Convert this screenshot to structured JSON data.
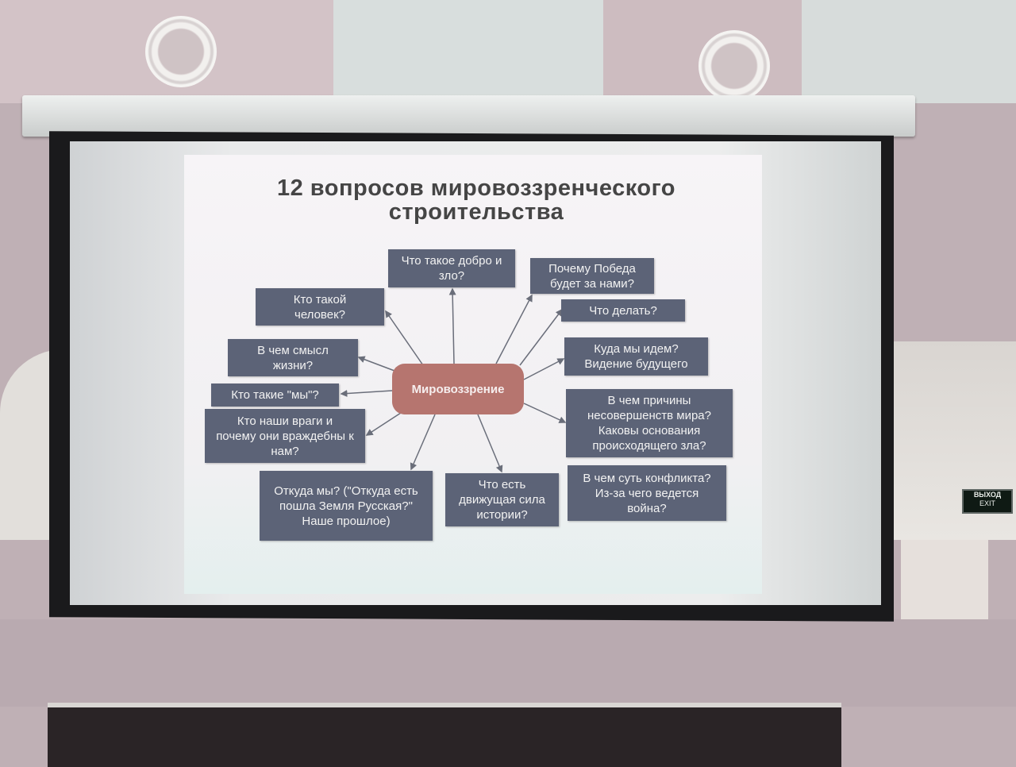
{
  "slide": {
    "title_line1": "12 вопросов мировоззренческого",
    "title_line2": "строительства",
    "center": "Мировоззрение",
    "questions": [
      "Что такое добро и зло?",
      "Почему Победа будет за нами?",
      "Кто такой человек?",
      "Что делать?",
      "В чем смысл жизни?",
      "Куда мы идем? Видение будущего",
      "Кто такие \"мы\"?",
      "В чем причины несовершенств мира? Каковы основания происходящего зла?",
      "Кто наши враги и почему они враждебны к нам?",
      "Откуда мы? (\"Откуда есть пошла Земля Русская?\" Наше прошлое)",
      "Что есть движущая сила истории?",
      "В чем суть конфликта? Из-за чего ведется война?"
    ],
    "colors": {
      "box": "#5c6377",
      "center": "#b6756f",
      "text": "#f2f2f2"
    }
  },
  "exit_sign": {
    "line1": "ВЫХОД",
    "line2": "EXIT"
  }
}
